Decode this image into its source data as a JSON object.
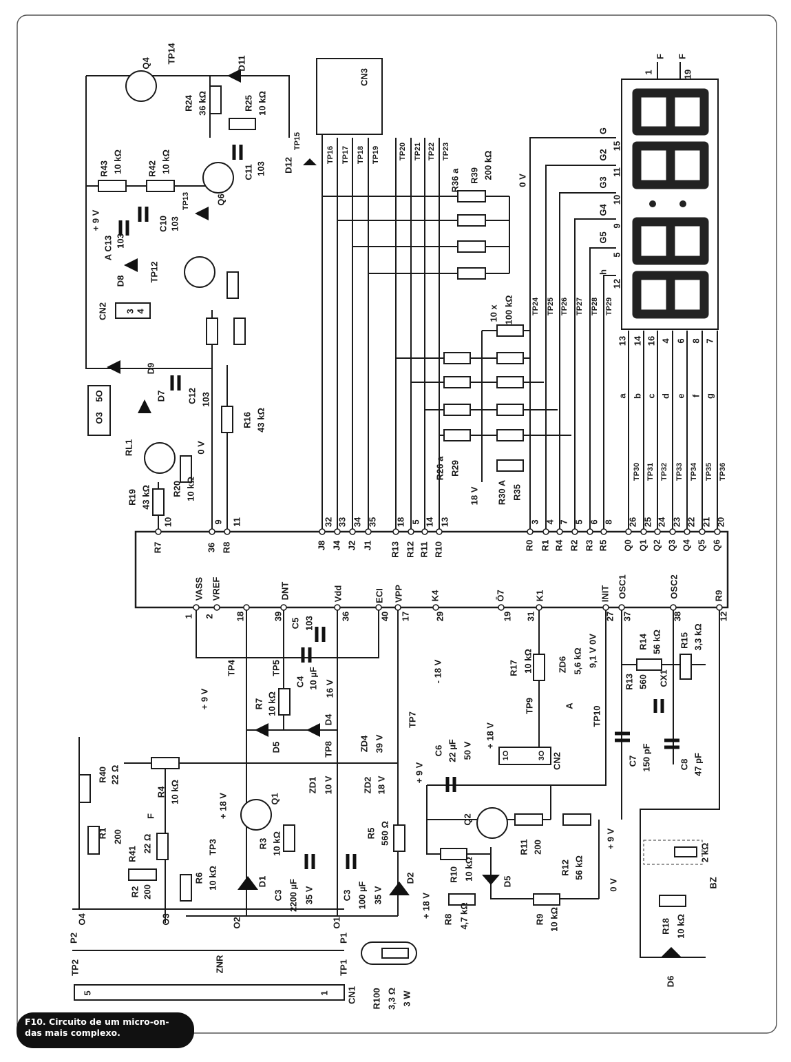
{
  "caption": {
    "line1": "F10. Circuito de um micro-on-",
    "line2": "das mais complexo."
  },
  "ic": {
    "top_pins": [
      "R7",
      "36",
      "R8",
      "J8",
      "J4",
      "J2",
      "J1",
      "R13",
      "R12",
      "R11",
      "R10",
      "R0",
      "R1",
      "R4",
      "R2",
      "R3",
      "R5",
      "Q0",
      "Q1",
      "Q2",
      "Q3",
      "Q4",
      "Q5",
      "Q6"
    ],
    "top_nums": [
      "10",
      "9",
      "11",
      "32",
      "33",
      "34",
      "35",
      "18",
      "5",
      "14",
      "13",
      "3",
      "4",
      "7",
      "5",
      "6",
      "8",
      "26",
      "25",
      "24",
      "23",
      "22",
      "21",
      "20"
    ],
    "bottom_pins": [
      "VASS",
      "VREF",
      "DNT",
      "Vdd",
      "ECI",
      "VPP",
      "K4",
      "Ō7",
      "K1",
      "INIT",
      "OSC1",
      "OSC2",
      "R9"
    ],
    "bottom_nums": [
      "1",
      "2",
      "18",
      "39",
      "36",
      "40",
      "17",
      "29",
      "19",
      "31",
      "27",
      "37",
      "38",
      "12"
    ]
  },
  "upper_left": {
    "q4": "Q4",
    "tp14": "TP14",
    "d11": "D11",
    "r24": "R24",
    "r24v": "36 kΩ",
    "r25": "R25",
    "r25v": "10 kΩ",
    "r43": "R43",
    "r43v": "10 kΩ",
    "r42": "R42",
    "r42v": "10 kΩ",
    "q6": "Q6",
    "c11": "C11",
    "c11v": "103",
    "tp13": "TP13",
    "c10": "C10",
    "c10v": "103",
    "p9v": "+ 9 V",
    "ac13": "A C13",
    "ac13v": "103",
    "d8": "D8",
    "tp12": "TP12",
    "cn2": "CN2",
    "cn2a": "3",
    "cn2b": "4",
    "d9": "D9",
    "d7": "D7",
    "c12": "C12",
    "c12v": "103",
    "o3": "O3",
    "o5": "5O",
    "rl1": "RL1",
    "r16": "R16",
    "r16v": "43 kΩ",
    "r19": "R19",
    "r19v": "43 kΩ",
    "r20": "R20",
    "r20v": "10 kΩ",
    "ov": "0 V"
  },
  "upper_mid": {
    "cn3": "CN3",
    "tps": [
      "TP15",
      "TP16",
      "TP17",
      "TP18",
      "TP19",
      "TP20",
      "TP21",
      "TP22",
      "TP23"
    ],
    "d12": "D12",
    "r36": "R36 a",
    "r39": "R39",
    "r39v": "200 kΩ",
    "ov": "0 V",
    "tenx": "10 x",
    "tenxv": "100 kΩ",
    "r26": "R26 a",
    "r29": "R29",
    "v18": "18 V",
    "r30": "R30 A",
    "r35": "R35",
    "tps2": [
      "TP24",
      "TP25",
      "TP26",
      "TP27",
      "TP28",
      "TP29"
    ]
  },
  "display": {
    "grid_labels": [
      "G",
      "G2",
      "G3",
      "G4",
      "G5",
      "h"
    ],
    "grid_pins": [
      "15",
      "11",
      "10",
      "9",
      "5",
      "12"
    ],
    "f1": "F",
    "f1n": "1",
    "f2": "F",
    "f2n": "19",
    "seg_pins": [
      "13",
      "14",
      "16",
      "4",
      "6",
      "8",
      "7"
    ],
    "segments": [
      "a",
      "b",
      "c",
      "d",
      "e",
      "f",
      "g"
    ],
    "tps": [
      "TP30",
      "TP31",
      "TP32",
      "TP33",
      "TP34",
      "TP35",
      "TP36"
    ]
  },
  "power": {
    "tp4": "TP4",
    "tp5": "TP5",
    "p9v": "+ 9 V",
    "r7": "R7",
    "r7v": "10 kΩ",
    "c4": "C4",
    "c4v": "10 µF",
    "c4v2": "16 V",
    "c5": "C5",
    "c5v": "103",
    "d5": "D5",
    "d4": "D4",
    "tp8": "TP8",
    "zd4": "ZD4",
    "zd4v": "39 V",
    "tp7": "TP7",
    "m18": "- 18 V",
    "zd1": "ZD1",
    "zd1v": "10 V",
    "zd2": "ZD2",
    "zd2v": "18 V",
    "q1": "Q1",
    "r3": "R3",
    "r3v": "10 kΩ",
    "r5": "R5",
    "r5v": "560 Ω",
    "p18": "+ 18 V",
    "tp3": "TP3",
    "c3": "C3",
    "c3v": "2200 µF",
    "c3v2": "35 V",
    "c3b": "C3",
    "c3bv": "100 µF",
    "c3bv2": "35 V",
    "d1": "D1",
    "d2": "D2",
    "r6": "R6",
    "r6v": "10 kΩ",
    "r4": "R4",
    "r4v": "10 kΩ",
    "r40": "R40",
    "r40v": "22 Ω",
    "r1": "R1",
    "r1v": "200",
    "r41": "R41",
    "r41v": "22 Ω",
    "f": "F",
    "r2": "R2",
    "r2v": "200",
    "o4": "O4",
    "p2": "P2",
    "o3": "O3",
    "o2": "O2",
    "o1": "O1",
    "p1": "P1",
    "tp2": "TP2",
    "znr": "ZNR",
    "tp1": "TP1",
    "cn1_5": "5",
    "cn1_1": "1",
    "cn1": "CN1",
    "r100": "R100",
    "r100v": "3,3 Ω",
    "r100v2": "3 W"
  },
  "lower_right": {
    "p18": "+ 18 V",
    "c6": "C6",
    "c6v": "22 µF",
    "c6v2": "50 V",
    "p9v": "+ 9 V",
    "q2": "Q2",
    "r11": "R11",
    "r11v": "200",
    "r12": "R12",
    "r12v": "56 kΩ",
    "r10": "R10",
    "r10v": "10 kΩ",
    "d5": "D5",
    "r8": "R8",
    "r8v": "4,7 kΩ",
    "r9": "R9",
    "r9v": "10 kΩ",
    "ov": "0 V",
    "p18b": "+ 18 V",
    "cn2": "CN2",
    "cn2a": "1O",
    "cn2b": "3O",
    "a": "A",
    "tp9": "TP9",
    "r17": "R17",
    "r17v": "10 kΩ",
    "zd6": "ZD6",
    "zd6v": "5,6 kΩ",
    "zd6v2": "9,1 V  0V",
    "tp10": "TP10",
    "c7": "C7",
    "c7v": "150 pF",
    "c8": "C8",
    "c8v": "47 pF",
    "p9v2": "+ 9 V",
    "r14": "R14",
    "r14v": "56 kΩ",
    "r15": "R15",
    "r15v": "3,3 kΩ",
    "r13": "R13",
    "r13v": "560",
    "cx1": "CX1",
    "bz2k": "2 kΩ",
    "bz": "BZ",
    "r18": "R18",
    "r18v": "10 kΩ",
    "d6": "D6"
  }
}
